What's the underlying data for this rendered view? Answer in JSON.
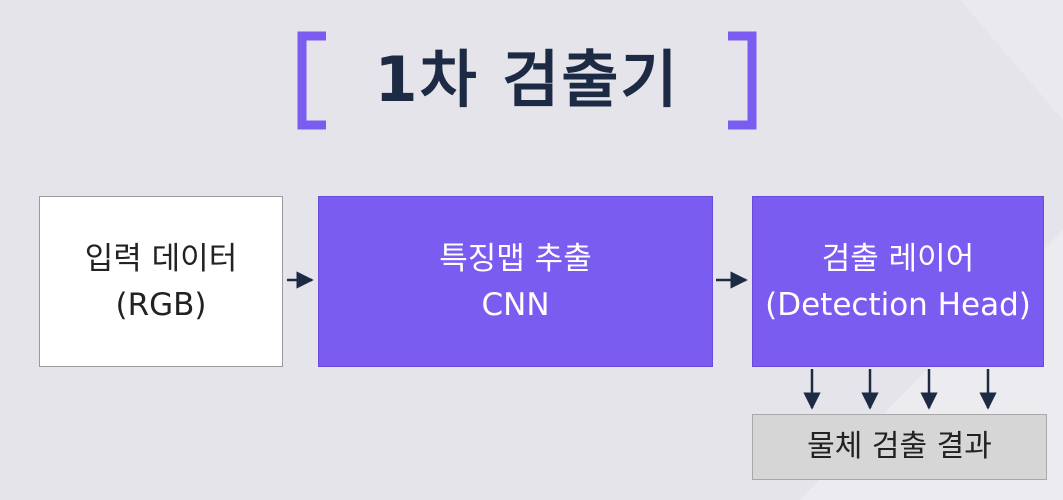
{
  "title": "1차 검출기",
  "boxes": {
    "input": {
      "line1": "입력 데이터",
      "line2": "(RGB)"
    },
    "cnn": {
      "line1": "특징맵 추출",
      "line2": "CNN"
    },
    "head": {
      "line1": "검출 레이어",
      "line2": "(Detection Head)"
    },
    "result": {
      "label": "물체 검출 결과"
    }
  },
  "colors": {
    "accent_purple": "#7b5cf0",
    "bracket_purple": "#7b5cf0",
    "title_navy": "#1d2a44",
    "arrow_navy": "#1d2a44",
    "background": "#e4e4ea"
  }
}
